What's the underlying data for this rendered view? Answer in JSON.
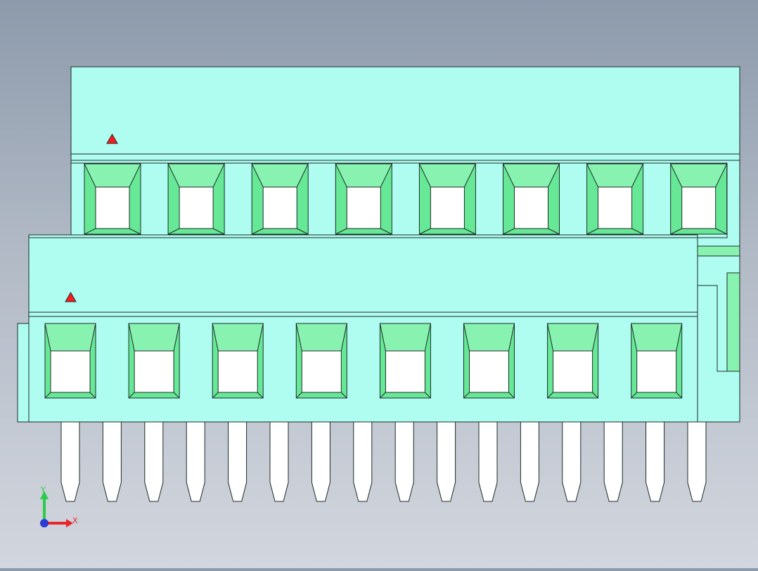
{
  "viewport": {
    "background_top": "#8c9aab",
    "background_bottom": "#d2d6de"
  },
  "model": {
    "body_color": "#aefdf0",
    "pocket_color": "#66e896",
    "pocket_light_color": "#88f2b0",
    "hole_color": "#ffffff",
    "marker_color": "#ff1a1a",
    "pin_color": "#ffffff",
    "upper_row_pockets": 8,
    "lower_row_pockets": 8,
    "pin_count": 16
  },
  "triad": {
    "x_label": "X",
    "y_label": "Y",
    "x_color": "#e8262b",
    "y_color": "#2bcc4a",
    "z_color": "#2a3bd6"
  }
}
